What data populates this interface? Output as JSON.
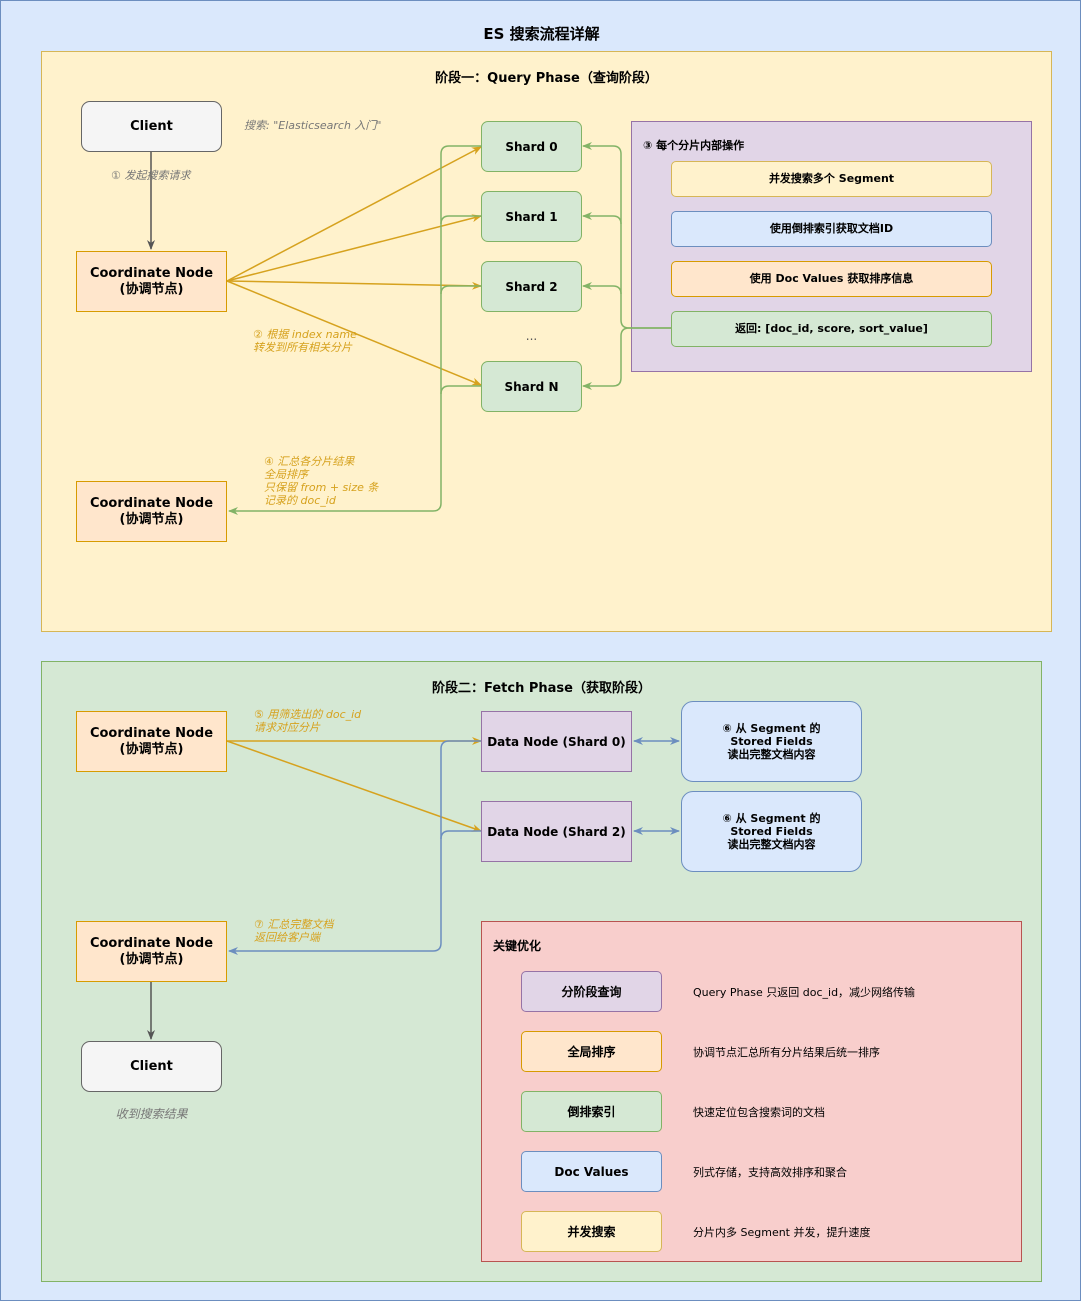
{
  "title": "ES 搜索流程详解",
  "phase1": {
    "title": "阶段一：Query Phase（查询阶段）",
    "client": "Client",
    "search_note": "搜索: \"Elasticsearch 入门\"",
    "step1": "① 发起搜索请求",
    "coord": "Coordinate Node\n(协调节点)",
    "step2": "② 根据 index name\n转发到所有相关分片",
    "shards": [
      "Shard 0",
      "Shard 1",
      "Shard 2",
      "Shard N"
    ],
    "ellipsis": "...",
    "step4": "④ 汇总各分片结果\n全局排序\n只保留 from + size 条\n记录的 doc_id",
    "shard_ops": {
      "title": "③ 每个分片内部操作",
      "items": [
        "并发搜索多个 Segment",
        "使用倒排索引获取文档ID",
        "使用 Doc Values 获取排序信息",
        "返回: [doc_id, score, sort_value]"
      ]
    }
  },
  "phase2": {
    "title": "阶段二：Fetch Phase（获取阶段）",
    "coord": "Coordinate Node\n(协调节点)",
    "step5": "⑤ 用筛选出的 doc_id\n请求对应分片",
    "data_nodes": [
      "Data Node (Shard 0)",
      "Data Node (Shard 2)"
    ],
    "step6": "⑥ 从 Segment 的\nStored Fields\n读出完整文档内容",
    "step7": "⑦ 汇总完整文档\n返回给客户端",
    "client": "Client",
    "result_note": "收到搜索结果",
    "optimizations": {
      "title": "关键优化",
      "items": [
        {
          "label": "分阶段查询",
          "desc": "Query Phase 只返回 doc_id，减少网络传输"
        },
        {
          "label": "全局排序",
          "desc": "协调节点汇总所有分片结果后统一排序"
        },
        {
          "label": "倒排索引",
          "desc": "快速定位包含搜索词的文档"
        },
        {
          "label": "Doc Values",
          "desc": "列式存储，支持高效排序和聚合"
        },
        {
          "label": "并发搜索",
          "desc": "分片内多 Segment 并发，提升速度"
        }
      ]
    }
  },
  "colors": {
    "background": "#dae8fc",
    "phase1_fill": "#fff2cc",
    "phase2_fill": "#d5e8d4",
    "orange_fill": "#ffe6cc",
    "green_fill": "#d5e8d4",
    "purple_fill": "#e1d5e7",
    "blue_fill": "#dae8fc",
    "red_fill": "#f8cecc",
    "gold_arrow": "#d6a21e",
    "green_arrow": "#82b366",
    "blue_arrow": "#6c8ebf",
    "gray_arrow": "#555555"
  }
}
